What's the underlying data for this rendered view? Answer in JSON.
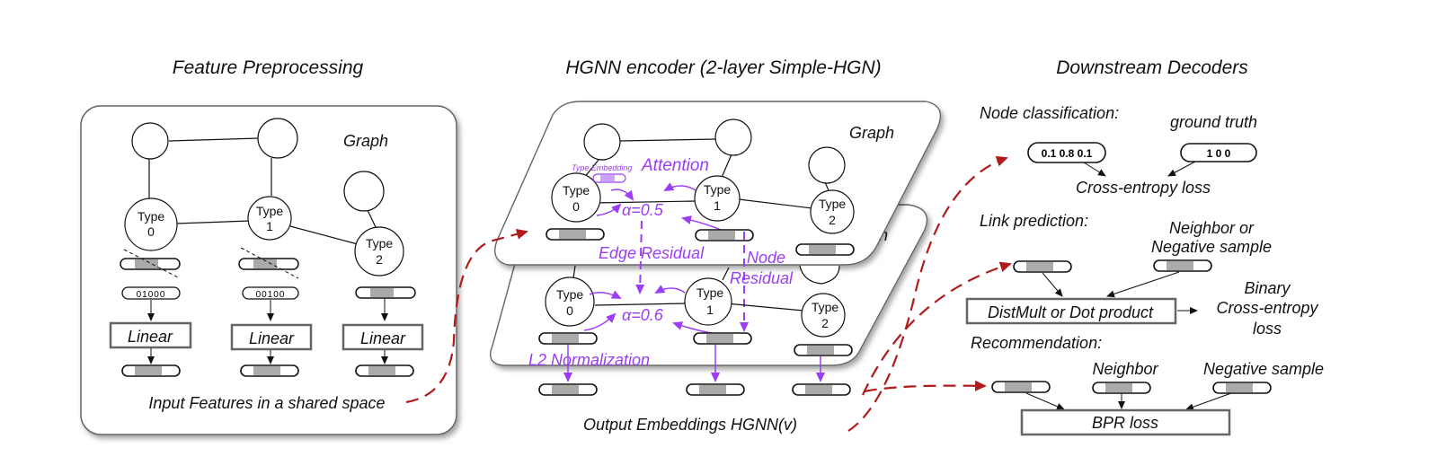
{
  "sections": {
    "preprocessing": {
      "title": "Feature Preprocessing",
      "graph_label": "Graph",
      "node_types": [
        "Type",
        "0",
        "Type",
        "1",
        "Type",
        "2"
      ],
      "onehot": [
        "01000",
        "00100"
      ],
      "linear": [
        "Linear",
        "Linear",
        "Linear"
      ],
      "caption": "Input  Features in a shared space"
    },
    "encoder": {
      "title": "HGNN encoder (2-layer Simple-HGN)",
      "graph_label": "Graph",
      "graph_label_back": "ph",
      "type_embedding": "Type Embedding",
      "attention": "Attention",
      "alpha_top": "α=0.5",
      "alpha_bottom": "α=0.6",
      "edge_residual": "Edge Residual",
      "node_residual_1": "Node",
      "node_residual_2": "Residual",
      "l2": "L2 Normalization",
      "caption": "Output  Embeddings  HGNN(v)"
    },
    "decoders": {
      "title": "Downstream Decoders",
      "node_classification": "Node classification:",
      "ground_truth": "ground truth",
      "pred_values": "0.1 0.8 0.1",
      "truth_values": "1  0  0",
      "ce_loss": "Cross-entropy loss",
      "link_prediction": "Link prediction:",
      "neighbor_or_1": "Neighbor or",
      "neighbor_or_2": "Negative sample",
      "distmult": "DistMult or Dot product",
      "binary_1": "Binary",
      "binary_2": "Cross-entropy",
      "binary_3": "loss",
      "recommendation": "Recommendation:",
      "neighbor": "Neighbor",
      "negative_sample": "Negative sample",
      "bpr": "BPR loss"
    }
  },
  "colors": {
    "accent_purple": "#9b3df5",
    "arrow_red": "#b01c1c"
  }
}
